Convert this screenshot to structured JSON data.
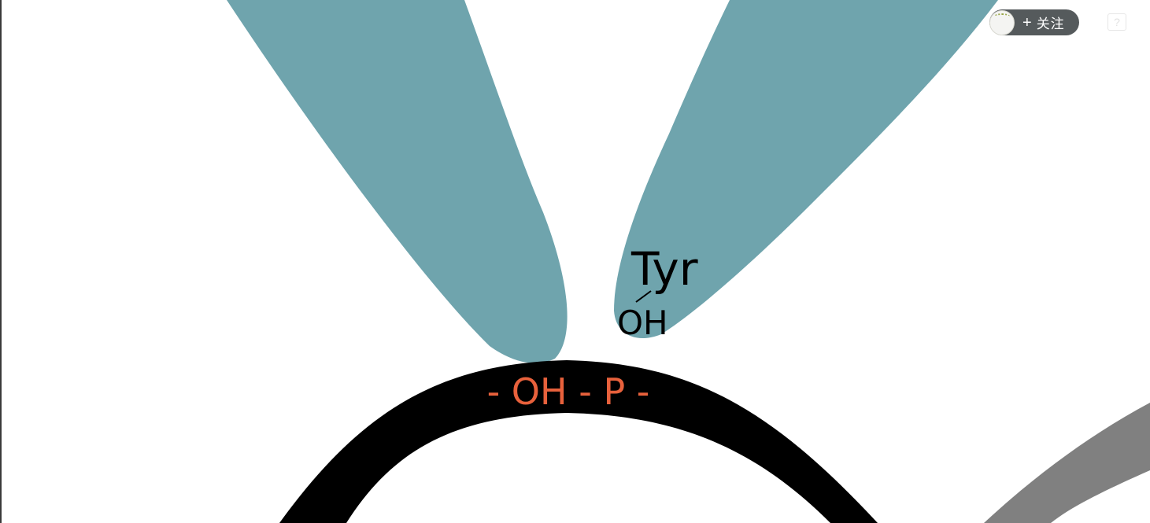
{
  "diagram": {
    "residue_label": "Tyr",
    "hydroxyl_label": "OH",
    "chain_label": "- OH - P -"
  },
  "colors": {
    "lobe": "#6fa4ad",
    "backbone": "#000000",
    "chain_text": "#e8613c",
    "arc_right": "#808080"
  },
  "overlay": {
    "follow_plus": "+",
    "follow_label": "关注",
    "avatar_icon": "avatar-icon",
    "help_icon": "help-icon",
    "help_glyph": "?"
  }
}
